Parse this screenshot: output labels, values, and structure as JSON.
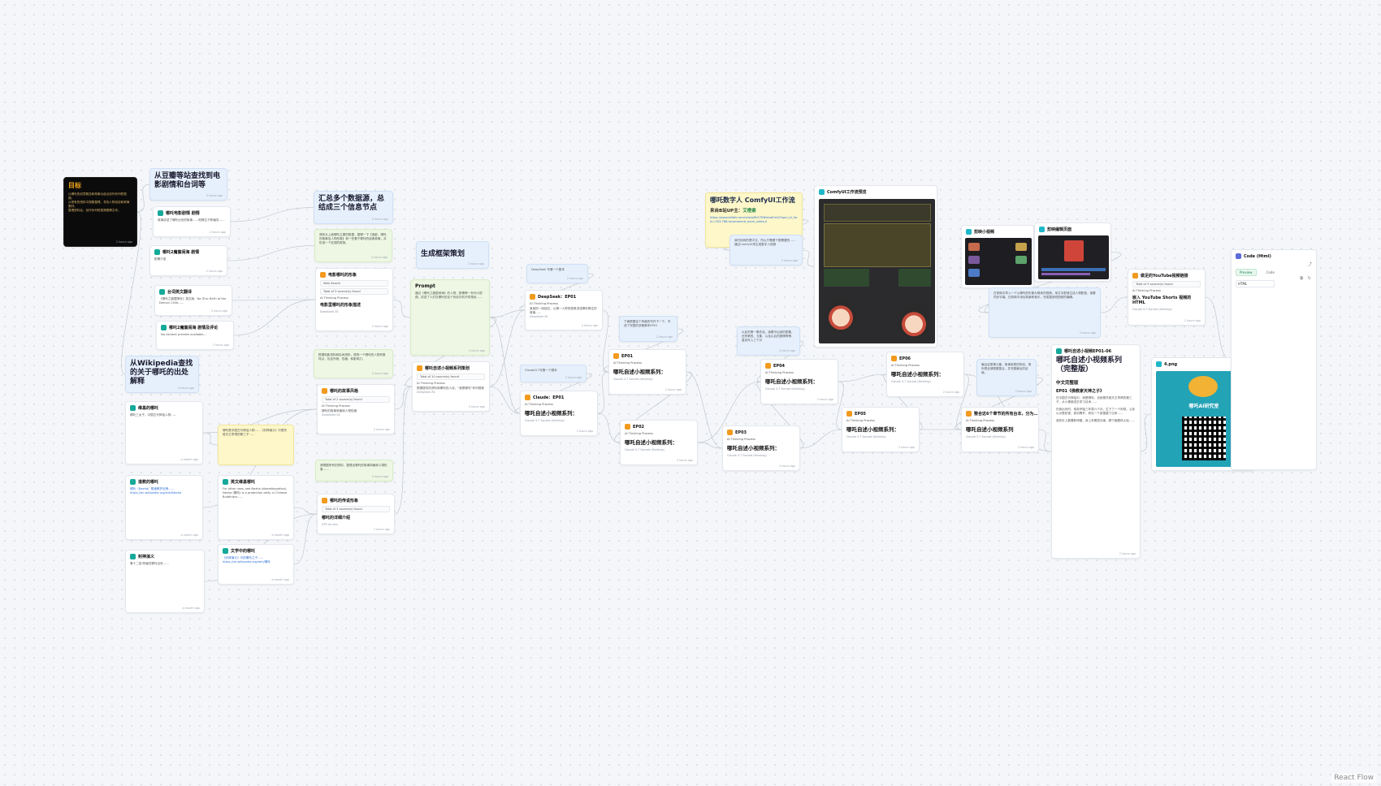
{
  "canvas": {
    "attribution": "React Flow"
  },
  "nodes": {
    "goal": {
      "title": "目标",
      "body": [
        "以哪吒的创意概念和故事为起点创作系列短视频。",
        "从现有的资料中搜集整理，寻找人物设定和故事素材。",
        "整理资料后，创作系列短视频剧情文本。"
      ],
      "time": "2 hours ago"
    },
    "douban_group": {
      "title": "从豆瓣等站查找到电影剧情和台词等",
      "time": "2 hours ago"
    },
    "douban_plot": {
      "header": "哪吒电影剧情 剧情",
      "body": "故事讲述了哪吒出世的故事……他降生于陈塘关……",
      "time": "2 hours ago"
    },
    "douban_plot2": {
      "header": "哪吒2魔童闹海 剧情",
      "body": "剧情介绍",
      "time": "2 hours ago"
    },
    "lines_en": {
      "header": "台词英文翻译",
      "body": "《哪吒之魔童降世》英文版：Ne Zha: Birth of the Demon Child……",
      "time": "2 hours ago"
    },
    "review": {
      "header": "哪吒2魔童闹海 剧情及评论",
      "body": "No content preview available...",
      "time": "2 hours ago"
    },
    "wiki_group": {
      "title": "从Wikipedia查找的关于哪吒的出处解释",
      "time": "2 hours ago"
    },
    "wiki_nezha": {
      "header": "维基的哪吒",
      "body": "哪吒三太子，中国古代神话人物……",
      "time": "a month ago"
    },
    "wiki_myth": {
      "header": "道教的哪吒",
      "body": "哪吒（Nezha）是道教护法神……https://en.wikipedia.org/wiki/Nezha",
      "time": "a month ago"
    },
    "fengshen": {
      "header": "封神演义",
      "body": "第十二回 陈塘关哪吒出世……",
      "time": "a month ago"
    },
    "en_wiki": {
      "header": "英文维基哪吒",
      "body": "For other uses, see Nezha (disambiguation). Nezha (哪吒) is a protection deity in Chinese Buddhism……",
      "time": "a month ago"
    },
    "literature": {
      "header": "文学中的哪吒",
      "body": "《封神演义》中的哪吒之子……https://zh.wikipedia.org/wiki/哪吒",
      "time": "a month ago"
    },
    "wiki_note": {
      "body": "哪吒是中国古代神话人物……《封神演义》中是托塔天王李靖的第三子……"
    },
    "summary_group": {
      "title": "汇总多个数据源，总结成三个信息节点",
      "time": "2 hours ago"
    },
    "summary_note": {
      "body": "请你从上面哪吒主要的数据，整理一下【电影、哪吒的故事及人物形象】和一些基于哪吒的经典故事，并形成一个宏观的框架。",
      "time": "2 hours ago"
    },
    "image_node": {
      "header": "电影哪吒的形象",
      "search": "Web Search",
      "search_result": "Total of 3 source(s) found",
      "thinking": "AI Thinking Process",
      "result": "电影里哪吒的形象描述",
      "model": "DeepSeek-R1",
      "time": "2 hours ago"
    },
    "image_note": {
      "body": "根据电影资料和民间资料，提炼一个哪吒的人物形象特点，包含外貌、性格、和影响力。",
      "time": "2 hours ago"
    },
    "story_node": {
      "header": "哪吒的故事风格",
      "search_result": "Total of 2 source(s) found",
      "thinking": "AI Thinking Process",
      "result": "哪吒的故事风格和人物性格",
      "model": "DeepSeek-R1",
      "time": "2 hours ago"
    },
    "story_note": {
      "body": "请根据所有的资料，整理出哪吒的故事风格和人物形象……",
      "time": "2 hours ago"
    },
    "detail_node": {
      "header": "哪吒的传说形象",
      "search_result": "Total of 3 source(s) found",
      "result": "哪吒的详细介绍",
      "model": "GPT-4o mini",
      "time": "2 hours ago"
    },
    "framework_group": {
      "title": "生成框架策划",
      "time": "2 hours ago"
    },
    "prompt": {
      "header": "Prompt",
      "body": "通过《哪吒之魔童闹海》的人物、剧情等一系列小视频，讲述了人们在哪吒的这个传说中的不同角色……",
      "time": "2 hours ago"
    },
    "series_plan": {
      "header": "哪吒自述小视频系列策划",
      "search_result": "Total of 10 source(s) found",
      "thinking": "AI Thinking Process",
      "result": "根据提供的资料和哪吒的人设，“我是哪吒”系列视频",
      "model": "DeepSeek-R1",
      "time": "2 hours ago"
    },
    "deepseek_prompt": {
      "body": "DeepSeek 写第一个剧本",
      "time": "2 hours ago"
    },
    "deepseek_ep": {
      "header": "DeepSeek：EP01",
      "thinking": "AI Thinking Process",
      "result": "某某的一段独白，以第一人称的视角讲述哪吒降生的故事……",
      "model": "DeepSeek-R1",
      "time": "2 hours ago"
    },
    "claude_prompt": {
      "body": "Claude3.7写第一个剧本",
      "time": "2 hours ago"
    },
    "claude_ep": {
      "header": "Claude：EP01",
      "thinking": "AI Thinking Process",
      "result": "哪吒自述小视频系列：",
      "model": "Claude 3.7 Sonnet (thinking)",
      "time": "2 hours ago"
    },
    "ep_prompt": {
      "body": "下面根据这个风格的写作下一个、写成了完整的多集脚本EP01",
      "time": "2 hours ago"
    },
    "ep01": {
      "header": "EP01",
      "thinking": "AI Thinking Process",
      "result": "哪吒自述小视频系列：",
      "model": "Claude 3.7 Sonnet (thinking)",
      "time": "2 hours ago"
    },
    "ep02": {
      "header": "EP02",
      "thinking": "AI Thinking Process",
      "result": "哪吒自述小视频系列：",
      "model": "Claude 3.7 Sonnet (thinking)",
      "time": "2 hours ago"
    },
    "ep03": {
      "header": "EP03",
      "thinking": "AI Thinking Process",
      "result": "哪吒自述小视频系列：",
      "model": "Claude 3.7 Sonnet (thinking)",
      "time": "2 hours ago"
    },
    "ep04_prompt": {
      "body": "以此的第一集作品、接着写后续的剧集、还有第四、五集、以及以后的剧情等等、直到写入三个月",
      "time": "2 hours ago"
    },
    "ep04": {
      "header": "EP04",
      "thinking": "AI Thinking Process",
      "result": "哪吒自述小视频系列：",
      "model": "Claude 3.7 Sonnet (thinking)",
      "time": "2 hours ago"
    },
    "ep05": {
      "header": "EP05",
      "thinking": "AI Thinking Process",
      "result": "哪吒自述小视频系列：",
      "model": "Claude 3.7 Sonnet (thinking)",
      "time": "2 hours ago"
    },
    "ep06": {
      "header": "EP06",
      "thinking": "AI Thinking Process",
      "result": "哪吒自述小视频系列：",
      "model": "Claude 3.7 Sonnet (thinking)",
      "time": "2 hours ago"
    },
    "ep07_prompt": {
      "body": "最后这是第七集，故事收尾的阶段，请你把全部剧集整合，并完善最后的结局。",
      "time": "2 hours ago"
    },
    "ep07": {
      "header": "整合这6个章节的所有台本，分为…",
      "thinking": "AI Thinking Process",
      "result": "哪吒自述小视频系列",
      "model": "Claude 3.7 Sonnet (thinking)",
      "time": "2 hours ago"
    },
    "comfy_title": {
      "title": "哪吒数字人 ComfyUI工作流",
      "subtitle_prefix": "来自B站UP主：",
      "subtitle_name": "艾橙素",
      "link": "https://www.bilibili.com/video/BV1TKNtmwEmG/?spm_id_from=333.788.recommend_more_video.0",
      "time": "2 hours ago"
    },
    "comfy_note": {
      "body": "我们用到的是中文，所以只需要下载需要的……通过ComfyUI来生成数字人视频",
      "time": "2 hours ago"
    },
    "comfy_workflow": {
      "header": "ComfyUI工作流预览"
    },
    "thumb": {
      "header": "剪映小视频"
    },
    "edit": {
      "header": "剪映编辑页面"
    },
    "desc_note": {
      "body": "在剪映中导入一个以哪吒的形象为载体的视频，用文字配音生成人物配音，接着同步字幕。在剪映中添加背景和音乐，完成整部短视频的编辑。",
      "time": "2 hours ago"
    },
    "youtube_html": {
      "header": "做足的YouTube视频链接",
      "search_result": "Total of 3 source(s) found",
      "thinking": "AI Thinking Process",
      "result": "嵌入 YouTube Shorts 视频的 HTML",
      "model": "Claude 3.7 Sonnet (thinking)",
      "time": "2 hours ago"
    },
    "full_script": {
      "header": "哪吒自述小视频EP01-06",
      "title": "哪吒自述小视频系列（完整版）",
      "subtitle": "中文完整版",
      "ep_title": "EP01《佛教家天神之子》",
      "body": [
        "在中国古代神话中，我是哪吒，也就是托塔天王李靖的第三子，从小便被送去学习法术……",
        "在我出世时，母亲怀胎三年零六个月，生下了一个肉球。父亲以为是妖怪，拔剑劈开，却见一个孩童跳了出来……",
        "我的手上戴着乾坤圈，身上系着混天绫，脚下踏着风火轮……"
      ],
      "time": "2 hours ago"
    },
    "png": {
      "header": "4.png",
      "brand": "哪吒AI研究室"
    },
    "code": {
      "header": "Code (Html)",
      "tab_preview": "Preview",
      "tab_code": "Code",
      "lang": "HTML"
    }
  }
}
